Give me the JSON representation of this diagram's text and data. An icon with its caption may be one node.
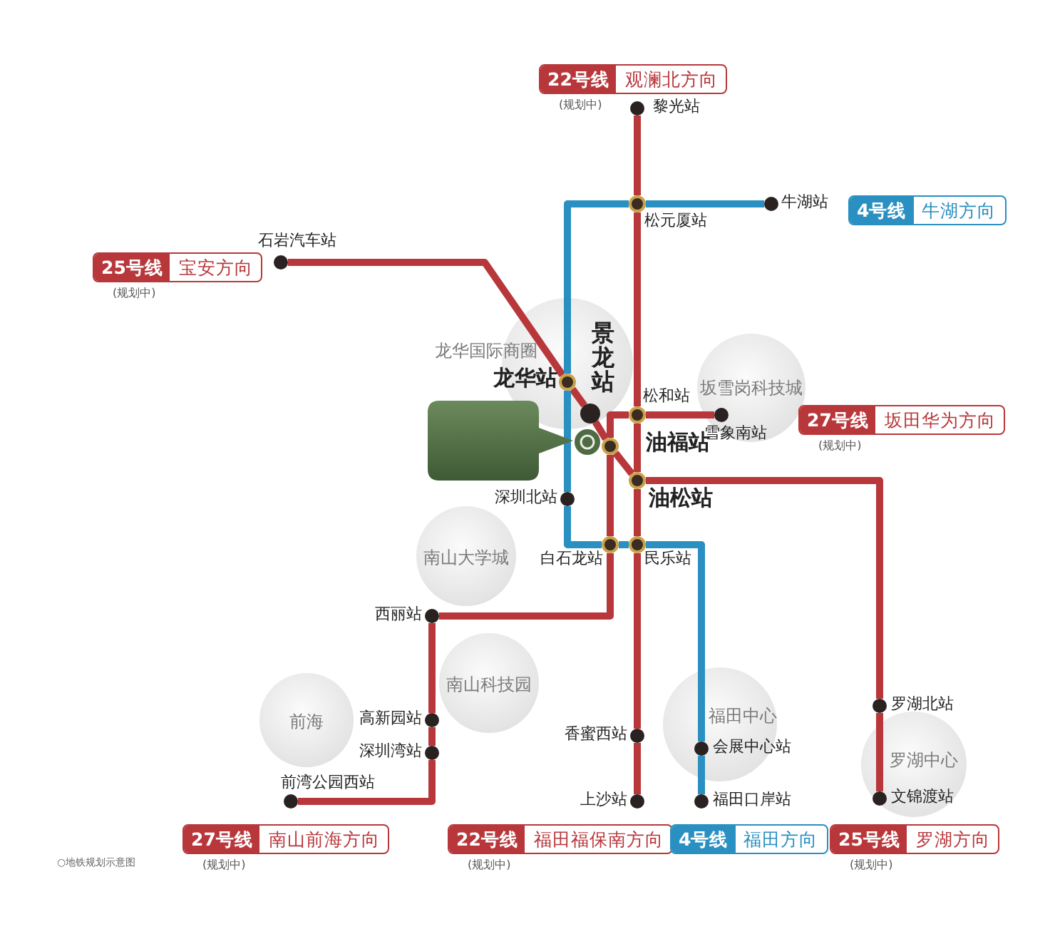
{
  "diagram": {
    "nodes": [
      {
        "text": [
          "黎光站"
        ]
      },
      {
        "text": [
          "松元厦站"
        ]
      },
      {
        "text": [
          "牛湖站"
        ]
      },
      {
        "text": [
          "石岩汽车站"
        ]
      },
      {
        "text": [
          "龙华站"
        ],
        "in": 23
      },
      {
        "text": [
          "景龙站"
        ],
        "in": 23
      },
      {
        "text": [
          "松和站"
        ]
      },
      {
        "text": [
          "雪象南站"
        ],
        "in": 24
      },
      {
        "text": [
          "油福站"
        ]
      },
      {
        "text": [
          "油松站"
        ]
      },
      {
        "text": [
          "深圳北站"
        ]
      },
      {
        "text": [
          "白石龙站"
        ]
      },
      {
        "text": [
          "民乐站"
        ]
      },
      {
        "text": [
          "西丽站"
        ]
      },
      {
        "text": [
          "高新园站"
        ]
      },
      {
        "text": [
          "深圳湾站"
        ]
      },
      {
        "text": [
          "前湾公园西站"
        ]
      },
      {
        "text": [
          "香蜜西站"
        ]
      },
      {
        "text": [
          "上沙站"
        ]
      },
      {
        "text": [
          "会展中心站"
        ],
        "in": 28
      },
      {
        "text": [
          "福田口岸站"
        ]
      },
      {
        "text": [
          "罗湖北站"
        ]
      },
      {
        "text": [
          "文锦渡站"
        ],
        "in": 29
      },
      {
        "text": [
          "龙华国际商圈"
        ]
      },
      {
        "text": [
          "坂雪岗科技城"
        ]
      },
      {
        "text": [
          "南山大学城"
        ]
      },
      {
        "text": [
          "南山科技园"
        ]
      },
      {
        "text": [
          "前海"
        ]
      },
      {
        "text": [
          "福田中心"
        ]
      },
      {
        "text": [
          "罗湖中心"
        ]
      },
      {
        "text": [],
        "shape": "box"
      },
      {
        "text": [],
        "shape": "circle"
      },
      {
        "text": [
          "22号线",
          "观澜北方向"
        ],
        "beside": [
          "(规划中)"
        ]
      },
      {
        "text": [
          "4号线",
          "牛湖方向"
        ]
      },
      {
        "text": [
          "25号线",
          "宝安方向"
        ],
        "beside": [
          "(规划中)"
        ]
      },
      {
        "text": [
          "27号线",
          "坂田华为方向"
        ],
        "beside": [
          "(规划中)"
        ]
      },
      {
        "text": [
          "27号线",
          "南山前海方向"
        ],
        "beside": [
          "(规划中)"
        ]
      },
      {
        "text": [
          "22号线",
          "福田福保南方向"
        ],
        "beside": [
          "(规划中)"
        ]
      },
      {
        "text": [
          "4号线",
          "福田方向"
        ]
      },
      {
        "text": [
          "25号线",
          "罗湖方向"
        ],
        "beside": [
          "(规划中)"
        ]
      }
    ],
    "edges": [
      {
        "from": 0,
        "to": 1,
        "arrow": "none"
      },
      {
        "from": 1,
        "to": 6,
        "arrow": "none"
      },
      {
        "from": 6,
        "to": 9,
        "arrow": "none"
      },
      {
        "from": 9,
        "to": 12,
        "arrow": "none"
      },
      {
        "from": 12,
        "to": 17,
        "arrow": "none"
      },
      {
        "from": 17,
        "to": 18,
        "arrow": "none"
      },
      {
        "from": 3,
        "to": 4,
        "arrow": "none"
      },
      {
        "from": 4,
        "to": 5,
        "arrow": "none"
      },
      {
        "from": 5,
        "to": 8,
        "arrow": "none"
      },
      {
        "from": 8,
        "to": 9,
        "arrow": "none"
      },
      {
        "from": 9,
        "to": 21,
        "arrow": "none"
      },
      {
        "from": 21,
        "to": 22,
        "arrow": "none"
      },
      {
        "from": 7,
        "to": 6,
        "arrow": "none"
      },
      {
        "from": 6,
        "to": 8,
        "arrow": "none"
      },
      {
        "from": 8,
        "to": 11,
        "arrow": "none"
      },
      {
        "from": 11,
        "to": 13,
        "arrow": "none"
      },
      {
        "from": 13,
        "to": 14,
        "arrow": "none"
      },
      {
        "from": 14,
        "to": 15,
        "arrow": "none"
      },
      {
        "from": 15,
        "to": 16,
        "arrow": "none"
      },
      {
        "from": 2,
        "to": 1,
        "arrow": "none",
        "color": "#2a8fc1"
      },
      {
        "from": 1,
        "to": 4,
        "arrow": "none",
        "color": "#2a8fc1"
      },
      {
        "from": 4,
        "to": 10,
        "arrow": "none",
        "color": "#2a8fc1"
      },
      {
        "from": 10,
        "to": 11,
        "arrow": "none",
        "color": "#2a8fc1"
      },
      {
        "from": 11,
        "to": 12,
        "arrow": "none",
        "color": "#2a8fc1"
      },
      {
        "from": 12,
        "to": 19,
        "arrow": "none",
        "color": "#2a8fc1"
      },
      {
        "from": 19,
        "to": 20,
        "arrow": "none",
        "color": "#2a8fc1"
      }
    ],
    "labels": [
      "○地铁规划示意图"
    ]
  }
}
